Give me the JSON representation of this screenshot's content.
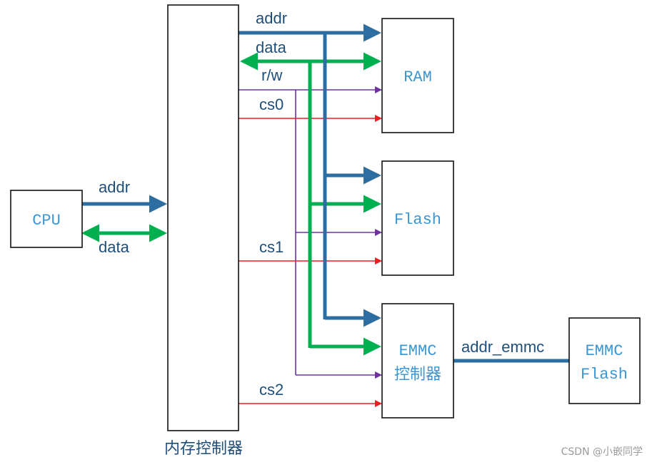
{
  "colors": {
    "addr": "#2c6ea1",
    "data": "#00b050",
    "rw": "#7030a0",
    "cs": "#ee1c25",
    "box_text": "#3d96d2",
    "signal_text": "#1f4e79"
  },
  "blocks": {
    "cpu": "CPU",
    "mem_ctrl": "内存控制器",
    "ram": "RAM",
    "flash": "Flash",
    "emmc_ctrl_line1": "EMMC",
    "emmc_ctrl_line2": "控制器",
    "emmc_flash_line1": "EMMC",
    "emmc_flash_line2": "Flash"
  },
  "signals": {
    "cpu_addr": "addr",
    "cpu_data": "data",
    "bus_addr": "addr",
    "bus_data": "data",
    "rw": "r/w",
    "cs0": "cs0",
    "cs1": "cs1",
    "cs2": "cs2",
    "addr_emmc": "addr_emmc"
  },
  "watermark": "CSDN @小嵌同学"
}
